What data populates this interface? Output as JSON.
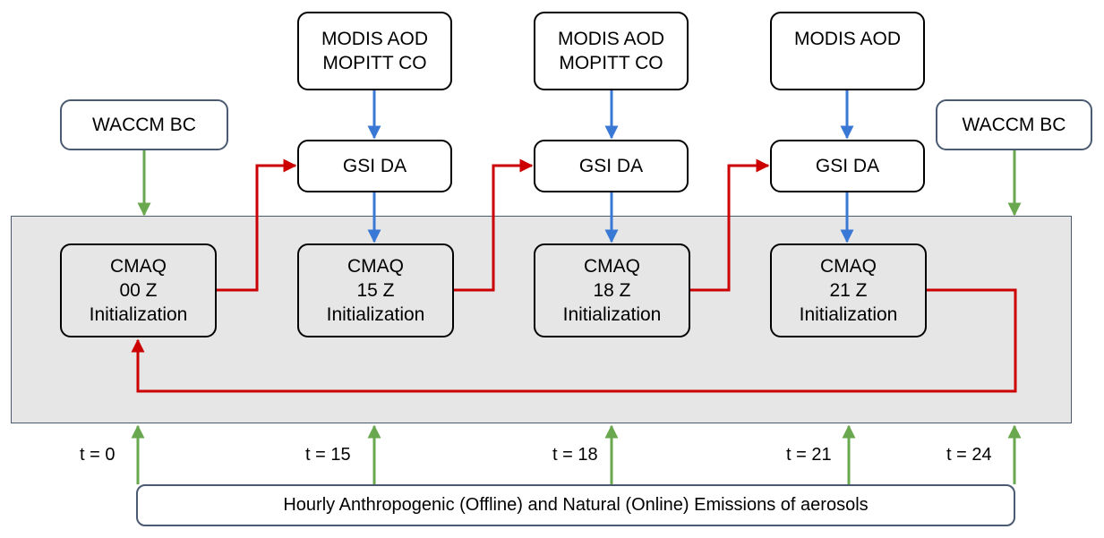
{
  "colors": {
    "data_flow": "#3a78d6",
    "cycle_flow": "#cc0000",
    "input_flow": "#6aa84f",
    "box_border": "#000000",
    "external_border": "#4a5a70",
    "domain_fill": "#e6e6e6"
  },
  "observations": [
    {
      "lines": [
        "MODIS AOD",
        "MOPITT CO"
      ]
    },
    {
      "lines": [
        "MODIS AOD",
        "MOPITT CO"
      ]
    },
    {
      "lines": [
        "MODIS AOD"
      ]
    }
  ],
  "assimilation": [
    {
      "label": "GSI DA"
    },
    {
      "label": "GSI DA"
    },
    {
      "label": "GSI DA"
    }
  ],
  "boundary": [
    {
      "label": "WACCM BC"
    },
    {
      "label": "WACCM BC"
    }
  ],
  "cmaq": [
    {
      "lines": [
        "CMAQ",
        "00 Z",
        "Initialization"
      ]
    },
    {
      "lines": [
        "CMAQ",
        "15 Z",
        "Initialization"
      ]
    },
    {
      "lines": [
        "CMAQ",
        "18 Z",
        "Initialization"
      ]
    },
    {
      "lines": [
        "CMAQ",
        "21 Z",
        "Initialization"
      ]
    }
  ],
  "time_labels": [
    "t = 0",
    "t = 15",
    "t = 18",
    "t = 21",
    "t = 24"
  ],
  "emissions": {
    "label": "Hourly Anthropogenic (Offline) and Natural (Online) Emissions of aerosols"
  }
}
